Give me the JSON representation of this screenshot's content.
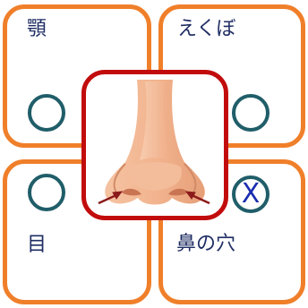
{
  "options": [
    {
      "id": "tl",
      "label": "顎",
      "mark": "circle"
    },
    {
      "id": "tr",
      "label": "えくぼ",
      "mark": "circle"
    },
    {
      "id": "bl",
      "label": "目",
      "mark": "circle"
    },
    {
      "id": "br",
      "label": "鼻の穴",
      "mark": "cross",
      "mark_symbol": "X"
    }
  ],
  "image": {
    "subject": "nose-illustration",
    "arrows": 2
  },
  "colors": {
    "card_border": "#f07f2a",
    "center_border": "#c20c0c",
    "label": "#1f2d63",
    "circle_mark": "#205e69",
    "cross_mark": "#1a2cb0",
    "arrow": "#8b1a1a",
    "skin": "#f2b48f"
  }
}
